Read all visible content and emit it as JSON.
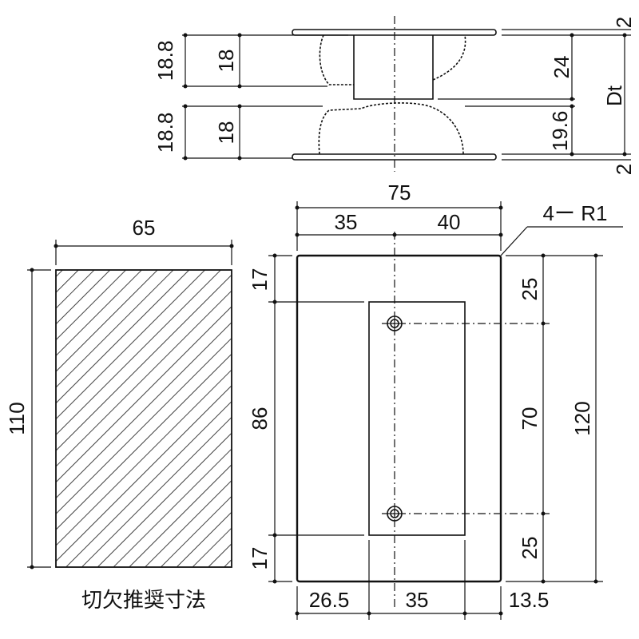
{
  "top_view": {
    "upper_left_outer": "18.8",
    "upper_left_inner": "18",
    "lower_left_outer": "18.8",
    "lower_left_inner": "18",
    "right_top_gap": "2",
    "right_upper_depth": "24",
    "right_lower_depth": "19.6",
    "right_bottom_gap": "2",
    "overall_label": "Dt"
  },
  "cutout": {
    "width": "65",
    "height": "110",
    "caption": "切欠推奨寸法"
  },
  "plate": {
    "total_width": "75",
    "left_width": "35",
    "right_width": "40",
    "corner_radius": "4ー R1",
    "left_top": "17",
    "left_middle": "86",
    "left_bottom": "17",
    "right_top": "25",
    "right_middle": "70",
    "right_bottom": "25",
    "total_height": "120",
    "bottom_left": "26.5",
    "bottom_middle": "35",
    "bottom_right": "13.5"
  }
}
